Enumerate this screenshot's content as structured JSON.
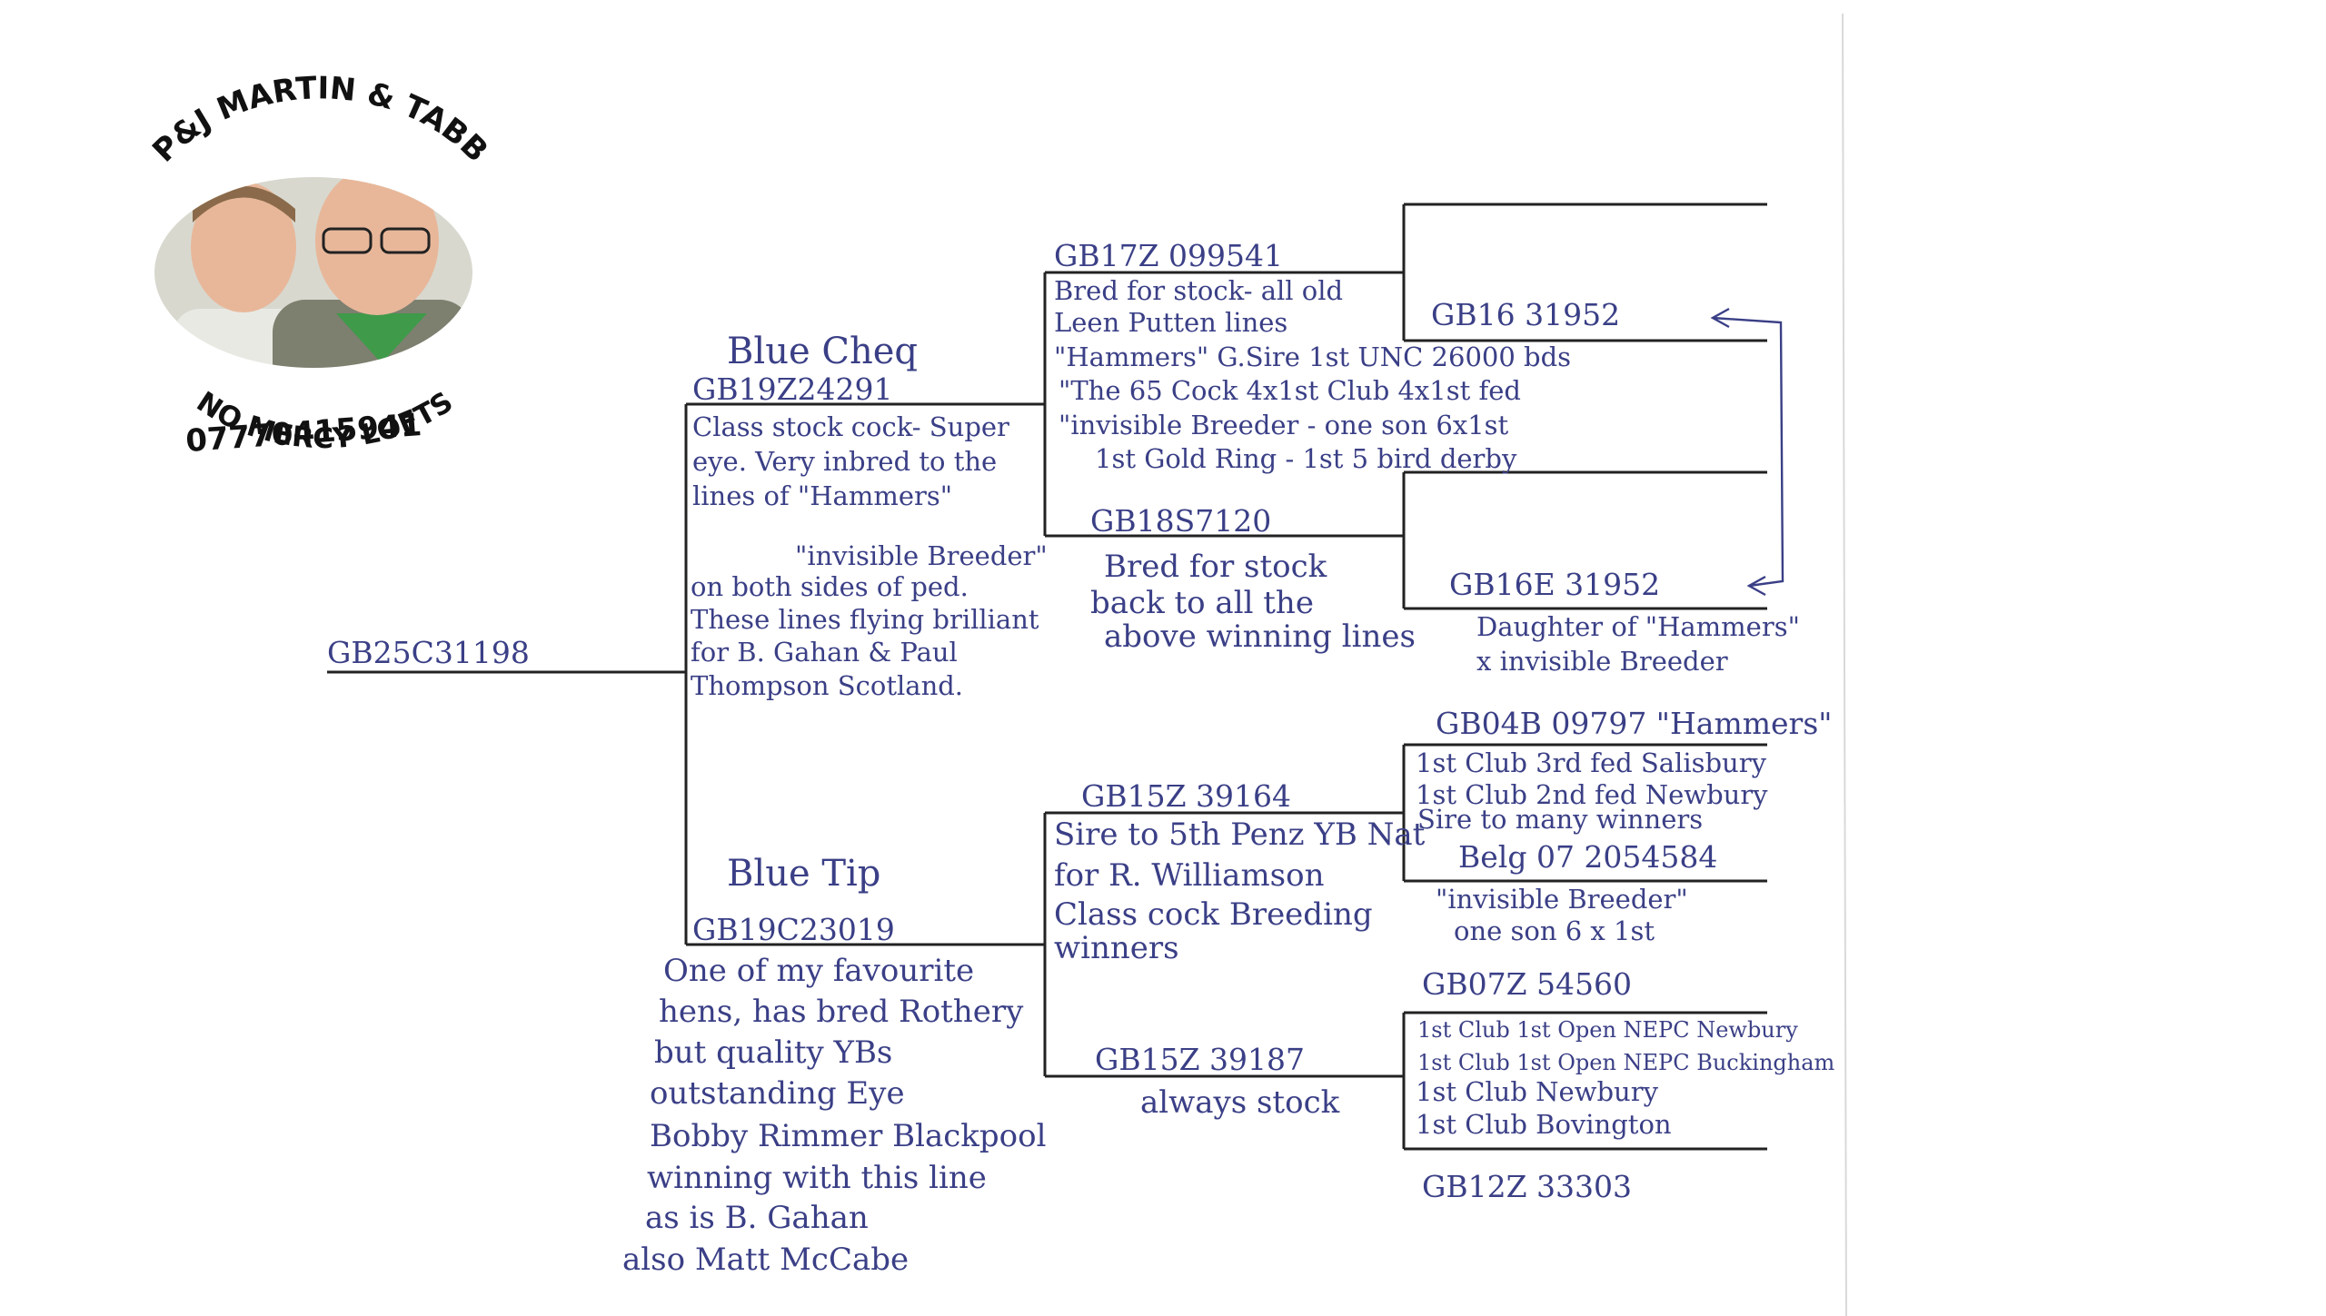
{
  "logo": {
    "top_text": "P&J MARTIN & TABB",
    "bottom_text": "NO MERCY LOFTS",
    "phone": "07770415941",
    "colors": {
      "skin": "#e8b79a",
      "shirt_left": "#e9e9e4",
      "shirt_right": "#3f9a4a",
      "jacket": "#7d7f6f",
      "bg": "#d8d8cf"
    }
  },
  "pedigree": {
    "subject": {
      "ring": "GB25C31198"
    },
    "sire": {
      "name": "Blue Cheq",
      "ring": "GB19Z24291",
      "notes": [
        "Class stock cock- Super",
        "eye. Very inbred to the",
        "lines of \"Hammers\"",
        "\"invisible Breeder\"",
        "on both sides of ped.",
        "These lines flying brilliant",
        "for B. Gahan & Paul",
        "Thompson Scotland."
      ]
    },
    "dam": {
      "name": "Blue Tip",
      "ring": "GB19C23019",
      "notes": [
        "One of my favourite",
        "hens, has bred Rothery",
        "but quality YBs",
        "outstanding Eye",
        "Bobby Rimmer Blackpool",
        "winning with this line",
        "as is B. Gahan",
        "also Matt McCabe"
      ]
    },
    "ss": {
      "ring": "GB17Z 099541",
      "notes": [
        "Bred for stock- all old",
        "Leen Putten lines",
        "\"Hammers\" G.Sire 1st UNC 26000 bds",
        "\"The 65 Cock  4x1st Club 4x1st fed",
        "\"invisible Breeder - one son 6x1st",
        "1st Gold Ring - 1st 5 bird derby"
      ]
    },
    "sd": {
      "ring": "GB18S7120",
      "notes": [
        "Bred for stock",
        "back to all the",
        "above winning lines"
      ]
    },
    "ds": {
      "ring": "GB15Z 39164",
      "notes": [
        "Sire to 5th Penz YB Nat",
        "for R. Williamson",
        "Class cock Breeding",
        "winners"
      ]
    },
    "dd": {
      "ring": "GB15Z 39187",
      "notes": [
        "always stock"
      ]
    },
    "sss": {
      "ring": "GB16 31952"
    },
    "ssd": {
      "ring": "GB16E 31952"
    },
    "ssd_notes": [
      "Daughter of \"Hammers\"",
      "x invisible Breeder"
    ],
    "dss": {
      "ring": "GB04B 09797 \"Hammers\"",
      "notes": [
        "1st Club 3rd fed Salisbury",
        "1st Club 2nd fed Newbury",
        "Sire to many winners"
      ]
    },
    "dsd": {
      "ring": "Belg 07 2054584",
      "notes": [
        "\"invisible Breeder\"",
        "one son 6 x 1st"
      ]
    },
    "dds": {
      "ring": "GB07Z 54560",
      "notes": [
        "1st Club 1st Open NEPC Newbury",
        "1st Club 1st Open NEPC Buckingham",
        "1st Club Newbury",
        "1st Club Bovington"
      ]
    },
    "ddd": {
      "ring": "GB12Z 33303"
    }
  }
}
